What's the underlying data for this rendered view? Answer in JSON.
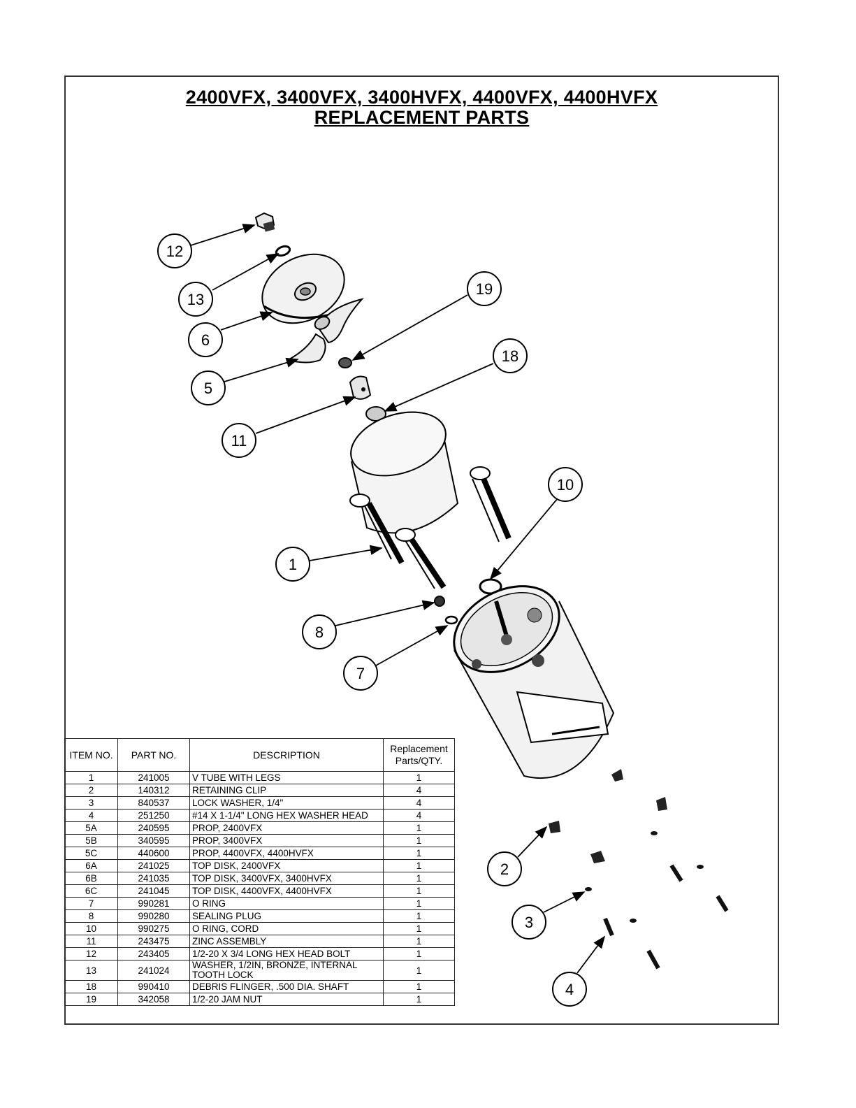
{
  "title": {
    "line1": "2400VFX, 3400VFX, 3400HVFX, 4400VFX, 4400HVFX",
    "line2": "REPLACEMENT PARTS"
  },
  "callouts": [
    "12",
    "13",
    "6",
    "5",
    "19",
    "18",
    "11",
    "10",
    "1",
    "8",
    "7",
    "2",
    "3",
    "4"
  ],
  "table": {
    "headers": {
      "item": "ITEM NO.",
      "part": "PART NO.",
      "description": "DESCRIPTION",
      "qty_line1": "Replacement",
      "qty_line2": "Parts/QTY."
    },
    "rows": [
      {
        "item": "1",
        "part": "241005",
        "description": "V TUBE WITH LEGS",
        "qty": "1"
      },
      {
        "item": "2",
        "part": "140312",
        "description": "RETAINING CLIP",
        "qty": "4"
      },
      {
        "item": "3",
        "part": "840537",
        "description": "LOCK WASHER, 1/4\"",
        "qty": "4"
      },
      {
        "item": "4",
        "part": "251250",
        "description": "#14 X 1-1/4\" LONG HEX WASHER HEAD",
        "qty": "4"
      },
      {
        "item": "5A",
        "part": "240595",
        "description": "PROP, 2400VFX",
        "qty": "1"
      },
      {
        "item": "5B",
        "part": "340595",
        "description": "PROP, 3400VFX",
        "qty": "1"
      },
      {
        "item": "5C",
        "part": "440600",
        "description": "PROP, 4400VFX, 4400HVFX",
        "qty": "1"
      },
      {
        "item": "6A",
        "part": "241025",
        "description": "TOP DISK, 2400VFX",
        "qty": "1"
      },
      {
        "item": "6B",
        "part": "241035",
        "description": "TOP DISK, 3400VFX, 3400HVFX",
        "qty": "1"
      },
      {
        "item": "6C",
        "part": "241045",
        "description": "TOP DISK, 4400VFX, 4400HVFX",
        "qty": "1"
      },
      {
        "item": "7",
        "part": "990281",
        "description": "O RING",
        "qty": "1"
      },
      {
        "item": "8",
        "part": "990280",
        "description": "SEALING PLUG",
        "qty": "1"
      },
      {
        "item": "10",
        "part": "990275",
        "description": "O RING, CORD",
        "qty": "1"
      },
      {
        "item": "11",
        "part": "243475",
        "description": "ZINC ASSEMBLY",
        "qty": "1"
      },
      {
        "item": "12",
        "part": "243405",
        "description": "1/2-20 X 3/4 LONG HEX HEAD BOLT",
        "qty": "1"
      },
      {
        "item": "13",
        "part": "241024",
        "description": "WASHER, 1/2IN, BRONZE, INTERNAL TOOTH LOCK",
        "qty": "1"
      },
      {
        "item": "18",
        "part": "990410",
        "description": "DEBRIS FLINGER, .500 DIA. SHAFT",
        "qty": "1"
      },
      {
        "item": "19",
        "part": "342058",
        "description": "1/2-20 JAM NUT",
        "qty": "1"
      }
    ]
  }
}
